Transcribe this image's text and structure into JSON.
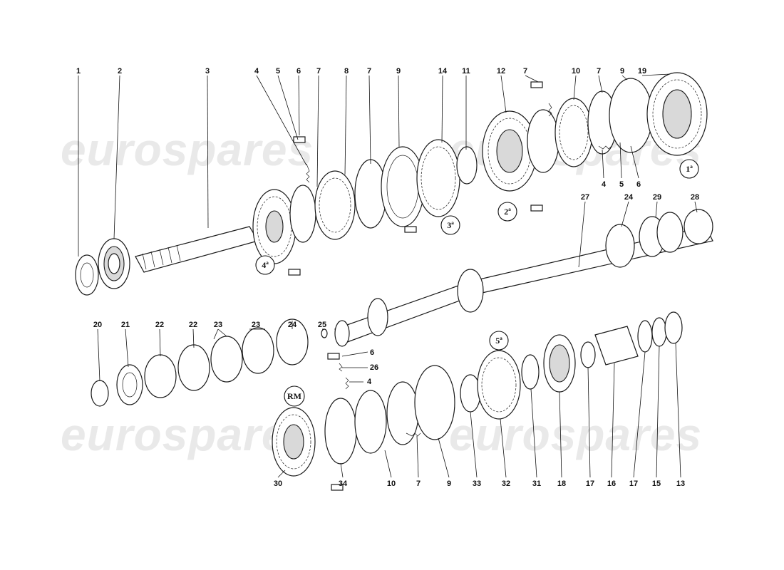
{
  "watermark": "eurospares",
  "callouts": [
    {
      "text": "1"
    },
    {
      "text": "2"
    },
    {
      "text": "3"
    },
    {
      "text": "4"
    },
    {
      "text": "5"
    },
    {
      "text": "6"
    },
    {
      "text": "7"
    },
    {
      "text": "8"
    },
    {
      "text": "7"
    },
    {
      "text": "9"
    },
    {
      "text": "14"
    },
    {
      "text": "11"
    },
    {
      "text": "12"
    },
    {
      "text": "7"
    },
    {
      "text": "10"
    },
    {
      "text": "7"
    },
    {
      "text": "9"
    },
    {
      "text": "19"
    },
    {
      "text": "4"
    },
    {
      "text": "5"
    },
    {
      "text": "6"
    },
    {
      "text": "27"
    },
    {
      "text": "24"
    },
    {
      "text": "29"
    },
    {
      "text": "28"
    },
    {
      "text": "20"
    },
    {
      "text": "21"
    },
    {
      "text": "22"
    },
    {
      "text": "22"
    },
    {
      "text": "23"
    },
    {
      "text": "23"
    },
    {
      "text": "24"
    },
    {
      "text": "25"
    },
    {
      "text": "6"
    },
    {
      "text": "26"
    },
    {
      "text": "4"
    },
    {
      "text": "30"
    },
    {
      "text": "34"
    },
    {
      "text": "10"
    },
    {
      "text": "7"
    },
    {
      "text": "9"
    },
    {
      "text": "33"
    },
    {
      "text": "32"
    },
    {
      "text": "31"
    },
    {
      "text": "18"
    },
    {
      "text": "17"
    },
    {
      "text": "16"
    },
    {
      "text": "17"
    },
    {
      "text": "15"
    },
    {
      "text": "13"
    }
  ],
  "gear_labels": [
    {
      "text": "1ª"
    },
    {
      "text": "2ª"
    },
    {
      "text": "3ª"
    },
    {
      "text": "4ª"
    },
    {
      "text": "5ª"
    },
    {
      "text": "RM"
    }
  ]
}
